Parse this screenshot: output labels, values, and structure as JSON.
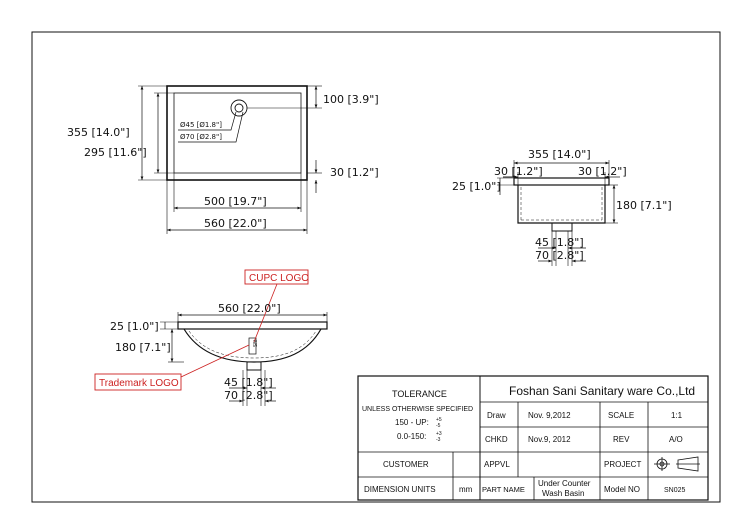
{
  "top_view": {
    "offset_label": "100 [3.9\"]",
    "outer_depth_label": "355 [14.0\"]",
    "inner_depth_label": "295 [11.6\"]",
    "rim_label": "30 [1.2\"]",
    "inner_width_label": "500 [19.7\"]",
    "outer_width_label": "560 [22.0\"]",
    "drain_small_label": "Ø45 [Ø1.8\"]",
    "drain_large_label": "Ø70 [Ø2.8\"]"
  },
  "side_view": {
    "width_label": "355 [14.0\"]",
    "rim_left_label": "30 [1.2\"]",
    "rim_right_label": "30 [1.2\"]",
    "thickness_label": "25 [1.0\"]",
    "height_label": "180 [7.1\"]",
    "drain_small_label": "45 [1.8\"]",
    "drain_large_label": "70 [2.8\"]"
  },
  "front_view": {
    "cupc_callout": "CUPC LOGO",
    "trademark_callout": "Trademark LOGO",
    "width_label": "560 [22.0\"]",
    "thickness_label": "25 [1.0\"]",
    "height_label": "180 [7.1\"]",
    "drain_small_label": "45 [1.8\"]",
    "drain_large_label": "70 [2.8\"]",
    "logo_mark": "SN"
  },
  "title_block": {
    "tolerance_title": "TOLERANCE",
    "unless_text": "UNLESS OTHERWISE SPECIFIED",
    "tol_line1": "150 - UP:",
    "tol_line1_sup": "+5",
    "tol_line1_sub": "-5",
    "tol_line2": "0.0-150:",
    "tol_line2_sup": "+3",
    "tol_line2_sub": "-3",
    "company": "Foshan Sani Sanitary ware Co.,Ltd",
    "draw_label": "Draw",
    "draw_date": "Nov. 9,2012",
    "scale_label": "SCALE",
    "scale_value": "1:1",
    "chkd_label": "CHKD",
    "chkd_date": "Nov.9, 2012",
    "rev_label": "REV",
    "rev_value": "A/O",
    "customer_label": "CUSTOMER",
    "appvl_label": "APPVL",
    "project_label": "PROJECT",
    "dim_units_label": "DIMENSION UNITS",
    "dim_units_value": "mm",
    "part_name_label": "PART NAME",
    "part_name_line1": "Under Counter",
    "part_name_line2": "Wash Basin",
    "model_no_label": "Model NO",
    "model_no_value": "SN025"
  },
  "colors": {
    "line": "#111111",
    "callout": "#cc2222",
    "background": "#ffffff"
  }
}
